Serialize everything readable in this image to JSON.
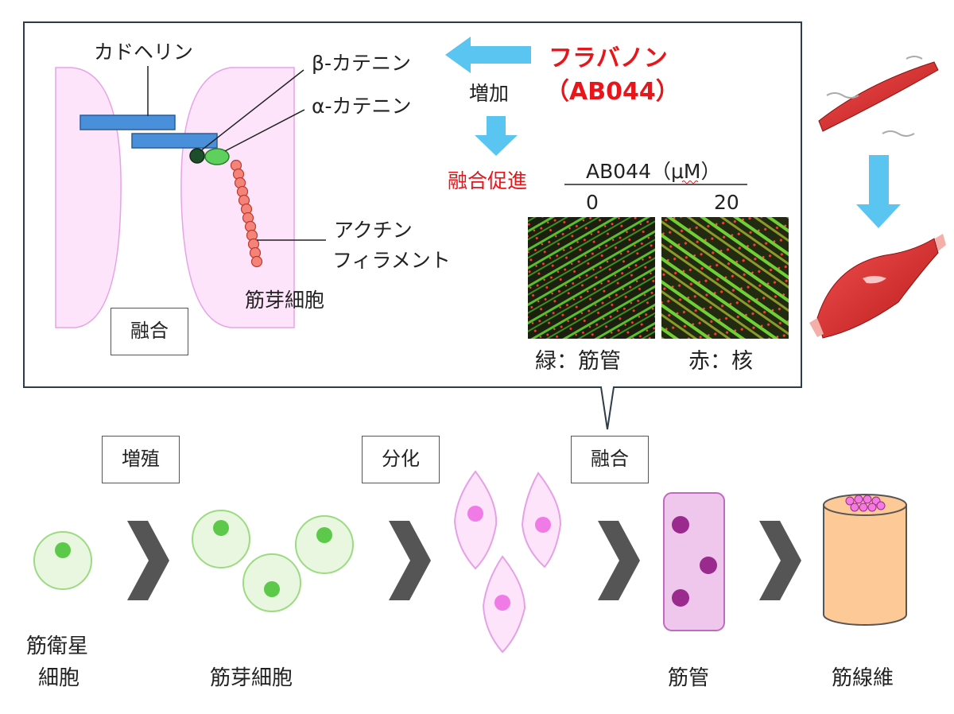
{
  "callout": {
    "cadherin": "カドヘリン",
    "beta_catenin": "β-カテニン",
    "alpha_catenin": "α-カテニン",
    "actin_line1": "アクチン",
    "actin_line2": "フィラメント",
    "myoblast": "筋芽細胞",
    "fusion_box": "融合",
    "flavonoid": "フラバノン",
    "compound": "（AB044）",
    "increase": "増加",
    "promote_fusion": "融合促進",
    "micro_header": "AB044（μM）",
    "conc_0": "0",
    "conc_20": "20",
    "green_label": "緑：筋管",
    "red_label": "赤：核"
  },
  "process": {
    "steps": [
      "増殖",
      "分化",
      "融合"
    ],
    "cells": [
      "筋衛星",
      "細胞",
      "筋芽細胞",
      "筋管",
      "筋線維"
    ]
  },
  "colors": {
    "pink_cell": "#fce4f8",
    "pink_border": "#e6a0e6",
    "blue_bar": "#4a8fd9",
    "arrow_blue": "#5bc5f2",
    "red_text": "#e8151b",
    "chevron": "#555555",
    "green_cell_fill": "#eaf7e0",
    "green_nucleus": "#5cc94a",
    "myotube_fill": "#efc6ec",
    "myotube_nucleus": "#9b2a8e",
    "fiber_fill": "#fdc996"
  }
}
